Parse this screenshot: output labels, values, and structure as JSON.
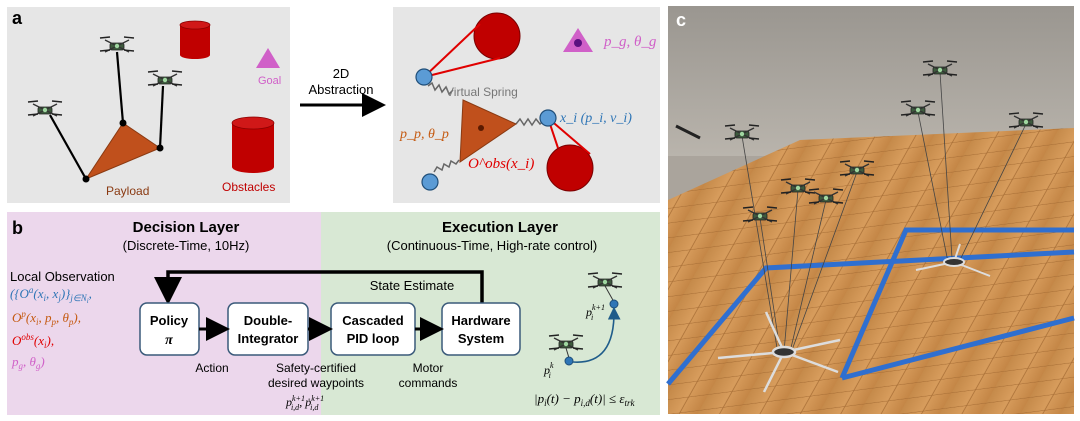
{
  "colors": {
    "payload": "#c0501c",
    "obstacle": "#c00000",
    "goal": "#d060c8",
    "agent": "#5b9bd5",
    "decision_bg": "#ecd7ec",
    "execution_bg": "#d8e8d4",
    "panel_a_bg": "#e6e6e6",
    "obs_blue": "#2e75b6",
    "obs_orange": "#c55a11",
    "obs_red": "#e00000",
    "obs_pink": "#d060c8"
  },
  "panel_a": {
    "label": "a",
    "payload_label": "Payload",
    "obstacles_label": "Obstacles",
    "goal_label": "Goal",
    "arrow_label_1": "2D",
    "arrow_label_2": "Abstraction",
    "virtual_spring_label": "Virtual Spring",
    "goal_state": "p_g, θ_g",
    "payload_state": "p_p, θ_p",
    "agent_state": "x_i (p_i, v_i)",
    "obstacle_obs": "O^obs(x_i)"
  },
  "panel_b": {
    "label": "b",
    "decision_title": "Decision Layer",
    "decision_subtitle": "(Discrete-Time, 10Hz)",
    "execution_title": "Execution Layer",
    "execution_subtitle": "(Continuous-Time, High-rate control)",
    "local_obs_title": "Local Observation",
    "state_estimate": "State Estimate",
    "blocks": {
      "policy_1": "Policy",
      "policy_2": "π",
      "double_1": "Double-",
      "double_2": "Integrator",
      "pid_1": "Cascaded",
      "pid_2": "PID loop",
      "hw_1": "Hardware",
      "hw_2": "System"
    },
    "action": "Action",
    "safety_1": "Safety-certified",
    "safety_2": "desired waypoints",
    "motor_1": "Motor",
    "motor_2": "commands",
    "tracking": "|p_i(t) − p_i,d(t)| ≤ ε_trk"
  },
  "panel_c": {
    "label": "c"
  }
}
